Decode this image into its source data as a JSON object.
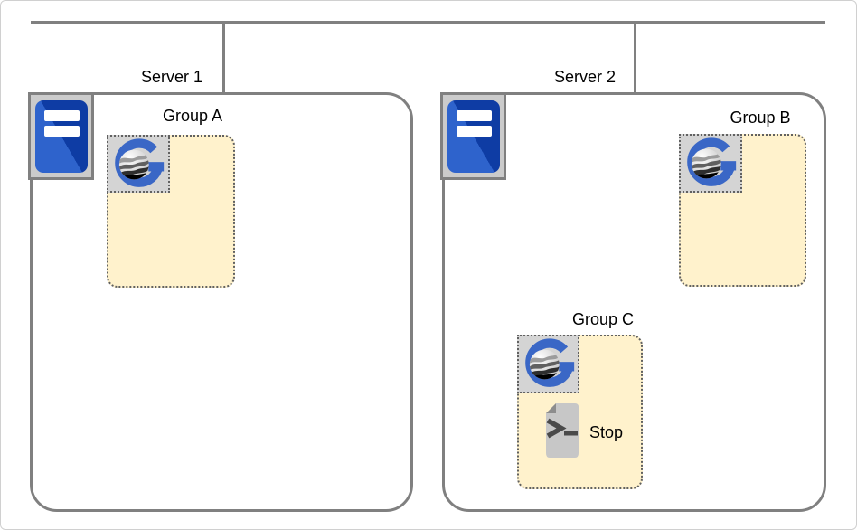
{
  "servers": [
    {
      "label": "Server 1",
      "icon": "server-icon"
    },
    {
      "label": "Server 2",
      "icon": "server-icon"
    }
  ],
  "groups": [
    {
      "label": "Group A",
      "server": "Server 1",
      "icon": "g-logo-icon",
      "items": []
    },
    {
      "label": "Group B",
      "server": "Server 2",
      "icon": "g-logo-icon",
      "items": []
    },
    {
      "label": "Group C",
      "server": "Server 2",
      "icon": "g-logo-icon",
      "items": [
        {
          "icon": "script-icon",
          "label": "Stop"
        }
      ]
    }
  ],
  "colors": {
    "connector_gray": "#808080",
    "zone_fill": "#FFF2CC",
    "dotted_border": "#616161",
    "icon_tray_gray": "#d4d4d4",
    "server_blue_light": "#2E63CC",
    "server_blue_dark": "#0E3CA4",
    "logo_blue": "#3A67C6"
  }
}
